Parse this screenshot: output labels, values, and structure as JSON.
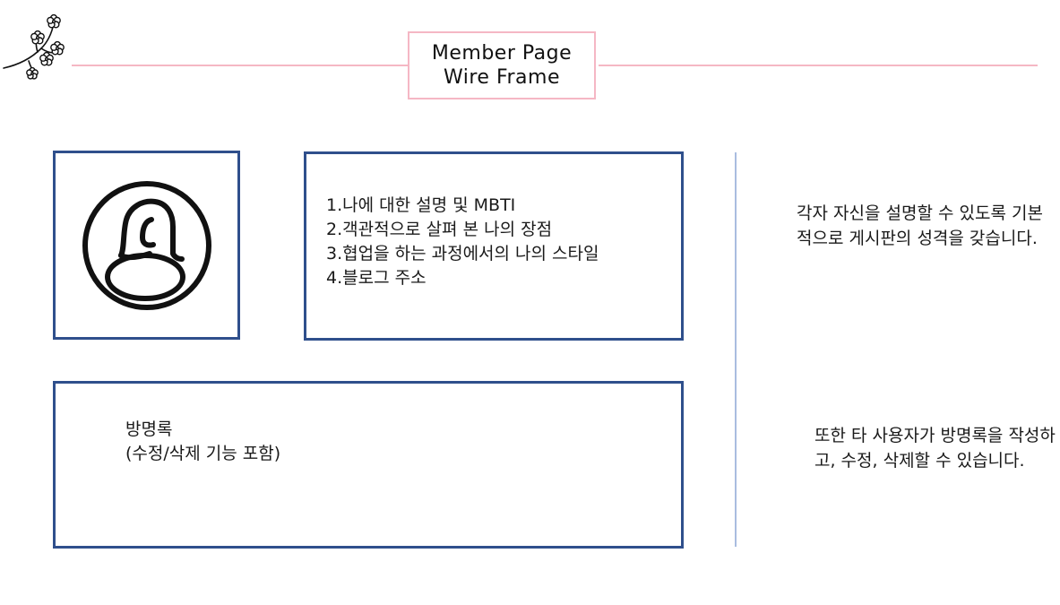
{
  "header": {
    "title_line1": "Member Page",
    "title_line2": "Wire Frame",
    "logo_icon": "cherry-blossom-branch-icon",
    "accent_color": "#f5b7c4"
  },
  "profile": {
    "icon": "user-avatar-icon",
    "border_color": "#2f4f8c"
  },
  "intro": {
    "items": [
      "1.나에 대한 설명 및 MBTI",
      "2.객관적으로 살펴 본 나의 장점",
      "3.협업을 하는 과정에서의 나의 스타일",
      "4.블로그 주소"
    ]
  },
  "guestbook": {
    "title": "방명록",
    "subtitle": "(수정/삭제 기능 포함)"
  },
  "notes": {
    "board": "각자 자신을 설명할 수 있도록 기본적으로 게시판의 성격을 갖습니다.",
    "guestbook": "또한 타 사용자가 방명록을 작성하고, 수정, 삭제할 수 있습니다."
  },
  "divider_color": "#a9bde0"
}
